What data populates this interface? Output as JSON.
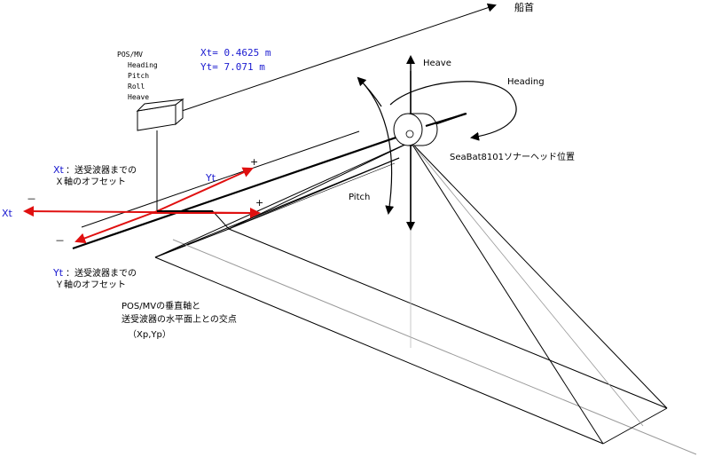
{
  "labels": {
    "bow": "船首",
    "heave_axis": "Heave",
    "heading": "Heading",
    "pitch": "Pitch",
    "sonar_head": "SeaBat8101ソナーヘッド位置",
    "posmv_title": "POS/MV",
    "posmv_items": [
      "Heading",
      "Pitch",
      "Roll",
      "Heave"
    ],
    "xt_value": "Xt= 0.4625 m",
    "yt_value": "Yt= 7.071 m",
    "xt_desc_key": "Xt",
    "xt_desc_line1": "：送受波器までの",
    "xt_desc_line2": "Ｘ軸のオフセット",
    "yt_desc_key": "Yt",
    "yt_desc_line1": "：送受波器までの",
    "yt_desc_line2": "Ｙ軸のオフセット",
    "xt_axis": "Xt",
    "yt_axis": "Yt",
    "plus": "+",
    "minus": "－",
    "intersect_line1": "POS/MVの垂直軸と",
    "intersect_line2": "送受波器の水平面上との交点",
    "intersect_line3": "（Xp,Yp）"
  },
  "colors": {
    "red": "#e01010",
    "blue": "#1a1ad0",
    "line": "#000000",
    "grey": "#999999"
  }
}
